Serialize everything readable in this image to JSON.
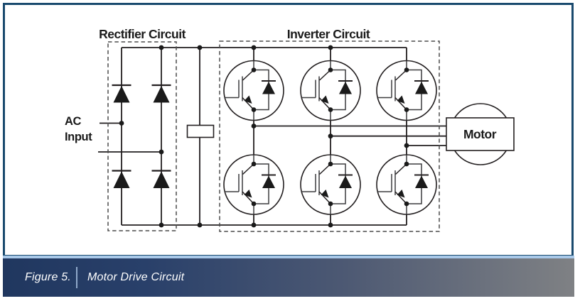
{
  "diagram": {
    "rectifier_label": "Rectifier Circuit",
    "inverter_label": "Inverter Circuit",
    "ac_input": {
      "line1": "AC",
      "line2": "Input"
    },
    "motor_label": "Motor"
  },
  "caption": {
    "figure_number": "Figure 5.",
    "title": "Motor Drive Circuit"
  },
  "colors": {
    "frame_border": "#1a4a6e",
    "accent_strip": "#a9c9e9",
    "caption_gradient_start": "#20375f",
    "caption_gradient_end": "#7f8184",
    "caption_text": "#ffffff",
    "wire": "#231f20",
    "dashed_box": "#4c4c4c"
  }
}
